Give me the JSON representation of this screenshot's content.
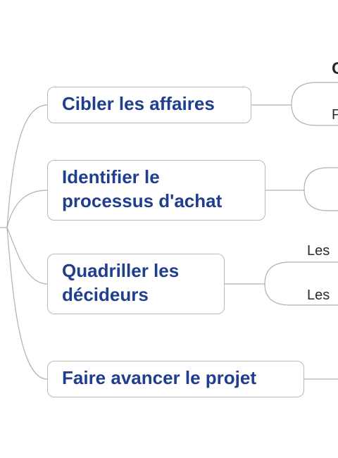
{
  "branches": [
    {
      "lines": [
        "Cibler les affaires"
      ]
    },
    {
      "lines": [
        "Identifier le",
        "processus d'achat"
      ]
    },
    {
      "lines": [
        "Quadriller les",
        "décideurs"
      ]
    },
    {
      "lines": [
        "Faire avancer le projet"
      ]
    }
  ],
  "fragments": {
    "c": "C",
    "p": "P",
    "les1": "Les",
    "les2": "Les"
  },
  "colors": {
    "node_text": "#1f3f8e",
    "border": "#b9b9b9",
    "line": "#b0b0b0"
  }
}
